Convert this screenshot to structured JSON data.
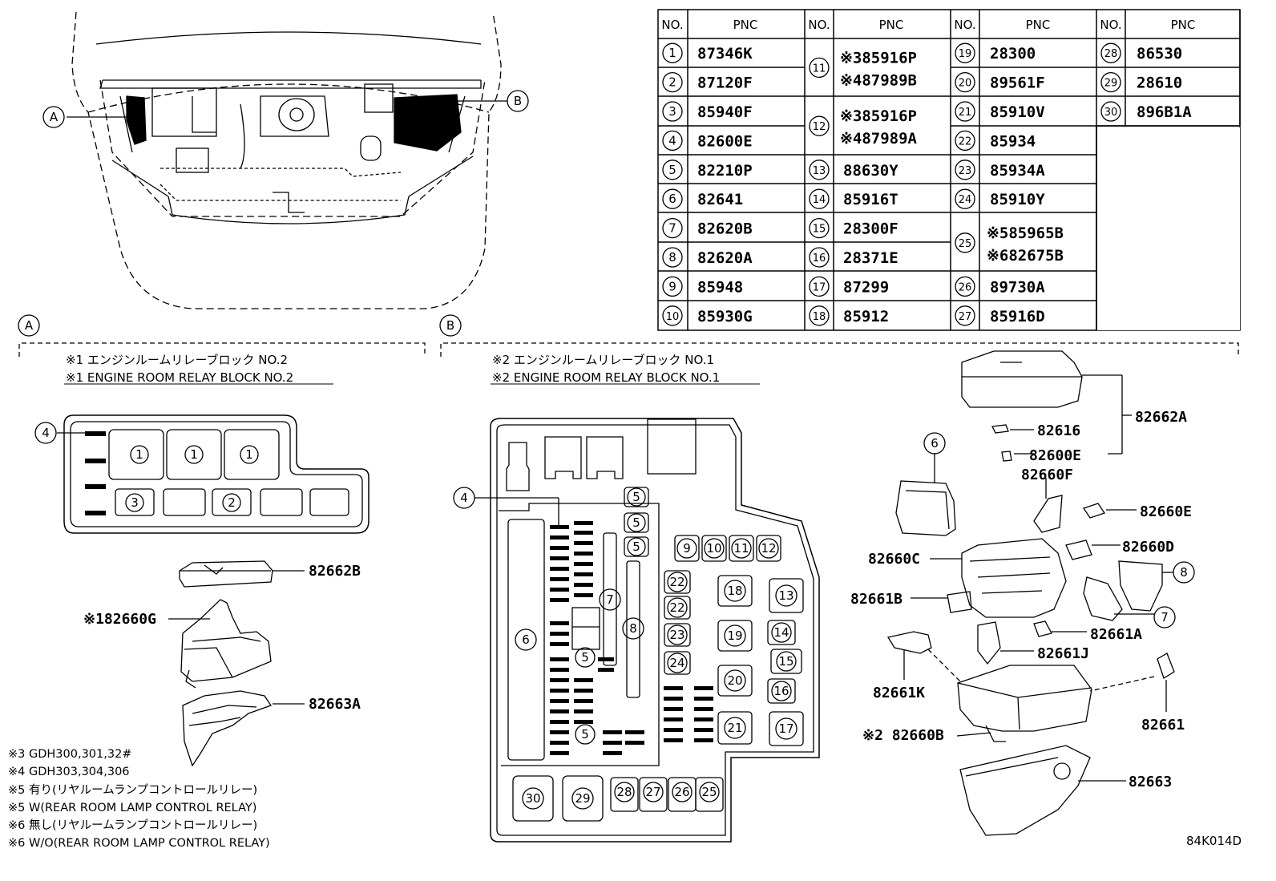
{
  "callouts": {
    "A": "A",
    "B": "B"
  },
  "pnc_table": {
    "header_no": "NO.",
    "header_pnc": "PNC",
    "rows": [
      {
        "no": "1",
        "pnc": "87346K"
      },
      {
        "no": "2",
        "pnc": "87120F"
      },
      {
        "no": "3",
        "pnc": "85940F"
      },
      {
        "no": "4",
        "pnc": "82600E"
      },
      {
        "no": "5",
        "pnc": "82210P"
      },
      {
        "no": "6",
        "pnc": "82641"
      },
      {
        "no": "7",
        "pnc": "82620B"
      },
      {
        "no": "8",
        "pnc": "82620A"
      },
      {
        "no": "9",
        "pnc": "85948"
      },
      {
        "no": "10",
        "pnc": "85930G"
      },
      {
        "no": "11",
        "pnc_lines": [
          "※385916P",
          "※487989B"
        ]
      },
      {
        "no": "12",
        "pnc_lines": [
          "※385916P",
          "※487989A"
        ]
      },
      {
        "no": "13",
        "pnc": "88630Y"
      },
      {
        "no": "14",
        "pnc": "85916T"
      },
      {
        "no": "15",
        "pnc": "28300F"
      },
      {
        "no": "16",
        "pnc": "28371E"
      },
      {
        "no": "17",
        "pnc": "87299"
      },
      {
        "no": "18",
        "pnc": "85912"
      },
      {
        "no": "19",
        "pnc": "28300"
      },
      {
        "no": "20",
        "pnc": "89561F"
      },
      {
        "no": "21",
        "pnc": "85910V"
      },
      {
        "no": "22",
        "pnc": "85934"
      },
      {
        "no": "23",
        "pnc": "85934A"
      },
      {
        "no": "24",
        "pnc": "85910Y"
      },
      {
        "no": "25",
        "pnc_lines": [
          "※585965B",
          "※682675B"
        ]
      },
      {
        "no": "26",
        "pnc": "89730A"
      },
      {
        "no": "27",
        "pnc": "85916D"
      },
      {
        "no": "28",
        "pnc": "86530"
      },
      {
        "no": "29",
        "pnc": "28610"
      },
      {
        "no": "30",
        "pnc": "896B1A"
      }
    ]
  },
  "section_a": {
    "tag": "A",
    "title_jp": "※1 エンジンルームリレーブロック NO.2",
    "title_en": "※1 ENGINE ROOM RELAY BLOCK NO.2",
    "slot_labels": [
      "1",
      "1",
      "1",
      "3",
      "2"
    ],
    "pointer_4": "4",
    "parts": [
      "82662B",
      "※182660G",
      "82663A"
    ]
  },
  "section_b": {
    "tag": "B",
    "title_jp": "※2 エンジンルームリレーブロック NO.1",
    "title_en": "※2 ENGINE ROOM RELAY BLOCK NO.1",
    "fuse_labels": [
      "4",
      "5",
      "5",
      "5",
      "6",
      "7",
      "8",
      "9",
      "10",
      "11",
      "12",
      "22",
      "22",
      "23",
      "24",
      "18",
      "19",
      "20",
      "21",
      "13",
      "14",
      "15",
      "16",
      "17",
      "5",
      "5",
      "30",
      "29",
      "28",
      "27",
      "26",
      "25"
    ],
    "parts": {
      "p82662A": "82662A",
      "p82616": "82616",
      "p82600E": "82600E",
      "p82660F": "82660F",
      "p82660E": "82660E",
      "p82660D": "82660D",
      "p82660C": "82660C",
      "p82661B": "82661B",
      "p82661A": "82661A",
      "p82661J": "82661J",
      "p82661K": "82661K",
      "p82661": "82661",
      "p82660B": "※2 82660B",
      "p82663": "82663",
      "c6": "6",
      "c7": "7",
      "c8": "8"
    }
  },
  "footnotes": [
    "※3 GDH300,301,32#",
    "※4 GDH303,304,306",
    "※5 有り(リヤルームランプコントロールリレー)",
    "※5 W(REAR ROOM LAMP CONTROL RELAY)",
    "※6 無し(リヤルームランプコントロールリレー)",
    "※6 W/O(REAR ROOM LAMP CONTROL RELAY)"
  ],
  "diagram_code": "84K014D"
}
